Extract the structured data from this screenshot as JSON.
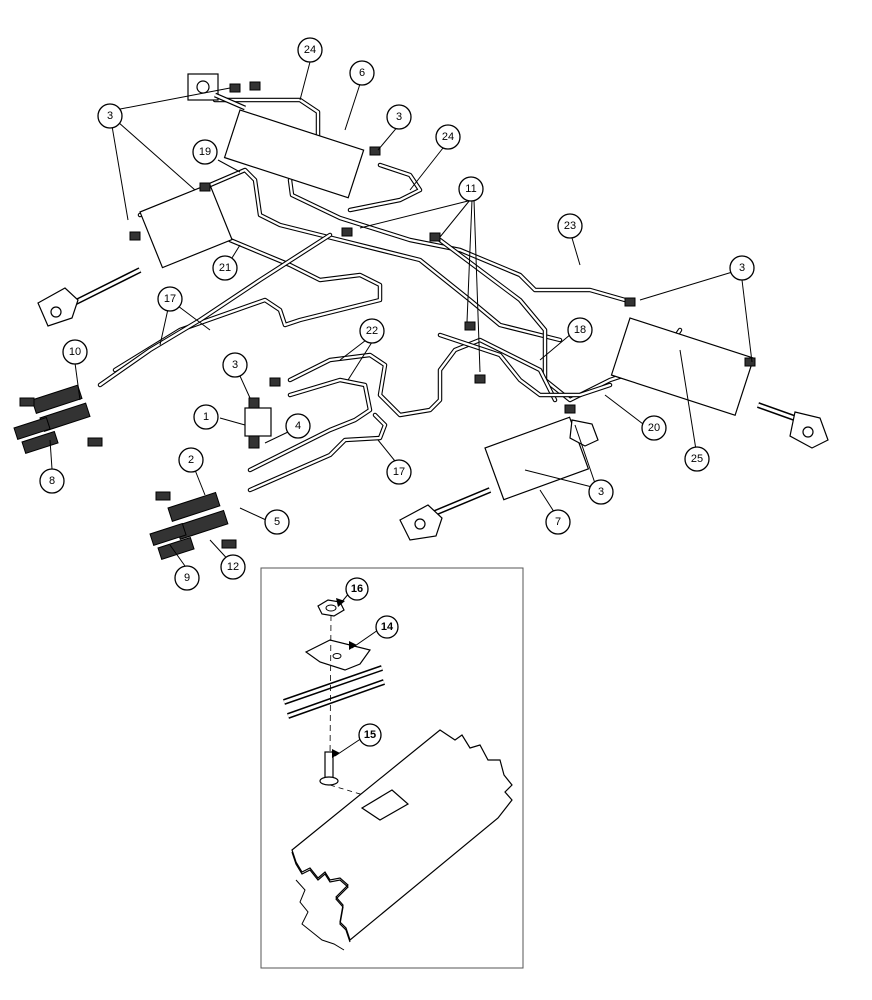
{
  "callouts": {
    "c24a": "24",
    "c6": "6",
    "c3a": "3",
    "c3b": "3",
    "c24b": "24",
    "c19": "19",
    "c11": "11",
    "c23": "23",
    "c3c": "3",
    "c21": "21",
    "c17a": "17",
    "c22": "22",
    "c18": "18",
    "c10": "10",
    "c3d": "3",
    "c1": "1",
    "c4": "4",
    "c20": "20",
    "c25": "25",
    "c17b": "17",
    "c8": "8",
    "c2": "2",
    "c3e": "3",
    "c7": "7",
    "c5": "5",
    "c9": "9",
    "c12": "12"
  },
  "inset_callouts": {
    "c16": "16",
    "c14": "14",
    "c15": "15"
  }
}
